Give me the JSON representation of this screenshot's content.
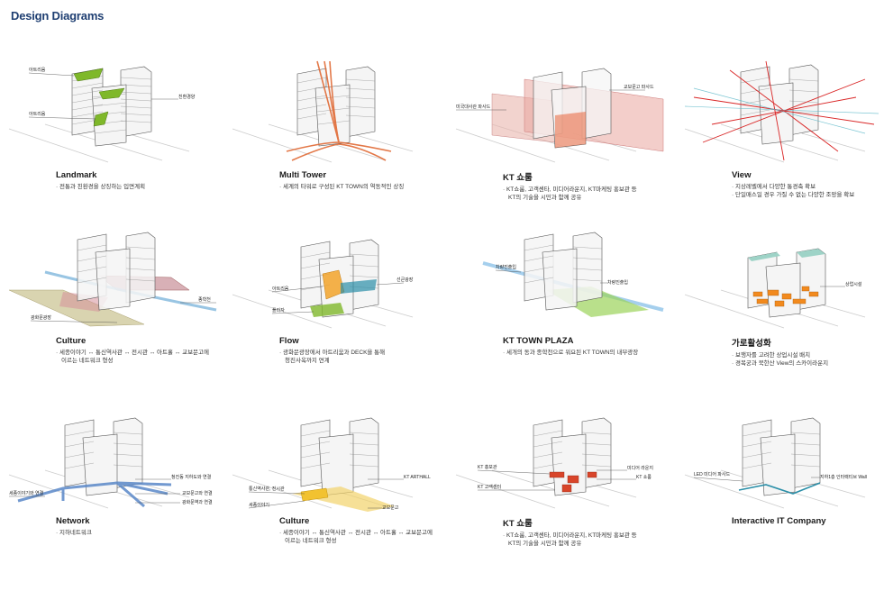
{
  "page_title": "Design Diagrams",
  "colors": {
    "title": "#1f3f72",
    "green": "#7fb82a",
    "orange": "#e06a35",
    "red": "#d92525",
    "pink": "#e9a59e",
    "maroon": "#b8707a",
    "blue": "#5a88c8",
    "teal": "#2b8fa8",
    "yellow": "#f2c230",
    "olive": "#c9c28e"
  },
  "panels": [
    {
      "title": "Landmark",
      "desc": [
        "· 전통과 친환경을 상징하는 입면계획"
      ],
      "labels": [
        "아트리움",
        "아트리움",
        "친환경양"
      ]
    },
    {
      "title": "Multi Tower",
      "desc": [
        "· 세계의 타워로 구성된 KT TOWN의 역동적인 상징"
      ],
      "labels": []
    },
    {
      "title": "KT 쇼룸",
      "desc": [
        "· KT쇼룸, 고객센타, 미디어라운지, KT마케팅 홍보관 등",
        "KT의 기술을 시민과 함께 공유"
      ],
      "labels": [
        "미국대사관 파사드",
        "교보문고 파사드"
      ]
    },
    {
      "title": "View",
      "desc": [
        "· 지상레벨에서 다양한 통경축 확보",
        "· 단일매스일 경우 가질 수 없는 다양한 조망을 확보"
      ],
      "labels": []
    },
    {
      "title": "Culture",
      "desc": [
        "· 세종이야기 ↔ 통신역사관 ↔ 전시관 ↔ 아트홀 ↔ 교보문고에",
        "이르는 네트워크 형성"
      ],
      "labels": [
        "광화문광장",
        "종학천"
      ]
    },
    {
      "title": "Flow",
      "desc": [
        "· 광화문광장에서 아트리움과 DECK을 통해",
        "청진사옥까지 연계"
      ],
      "labels": [
        "아트리움",
        "플라자",
        "선큰광장"
      ]
    },
    {
      "title": "KT TOWN PLAZA",
      "desc": [
        "· 세개의 동과 종학천으로 워요된 KT TOWN의 내부광장"
      ],
      "labels": [
        "차량진출입",
        "차량진출입"
      ]
    },
    {
      "title": "가로활성화",
      "desc": [
        "· 보행자를 고려한 상업시설 배치",
        "· 경복궁과 북한산 View의 스카이라운지"
      ],
      "labels": [
        "상업시설"
      ]
    },
    {
      "title": "Network",
      "desc": [
        "· 지하네트워크"
      ],
      "labels": [
        "세종이야기와 연결",
        "청진동 지하도와 연결",
        "교보문고와 연결",
        "광화문역과 연결"
      ]
    },
    {
      "title": "Culture",
      "desc": [
        "· 세종이야기 ↔ 통신역사관 ↔ 전시관 ↔ 아트홀 ↔ 교보문고에",
        "이르는 네트워크 형성"
      ],
      "labels": [
        "통신역사관, 전시관",
        "세종이야기",
        "KT ARTHALL",
        "교보문고"
      ]
    },
    {
      "title": "KT 쇼룸",
      "desc": [
        "· KT쇼룸, 고객센타, 미디어라운지, KT마케팅 홍보관 등",
        "KT의 기술을 시민과 함께 공유"
      ],
      "labels": [
        "KT 홍보관",
        "KT 고객센터",
        "미디어 라운지",
        "KT 쇼룸"
      ]
    },
    {
      "title": "Interactive IT Company",
      "desc": [],
      "labels": [
        "LED 미디어 파사드",
        "지하1층 인터랙티브 Wall"
      ]
    }
  ]
}
